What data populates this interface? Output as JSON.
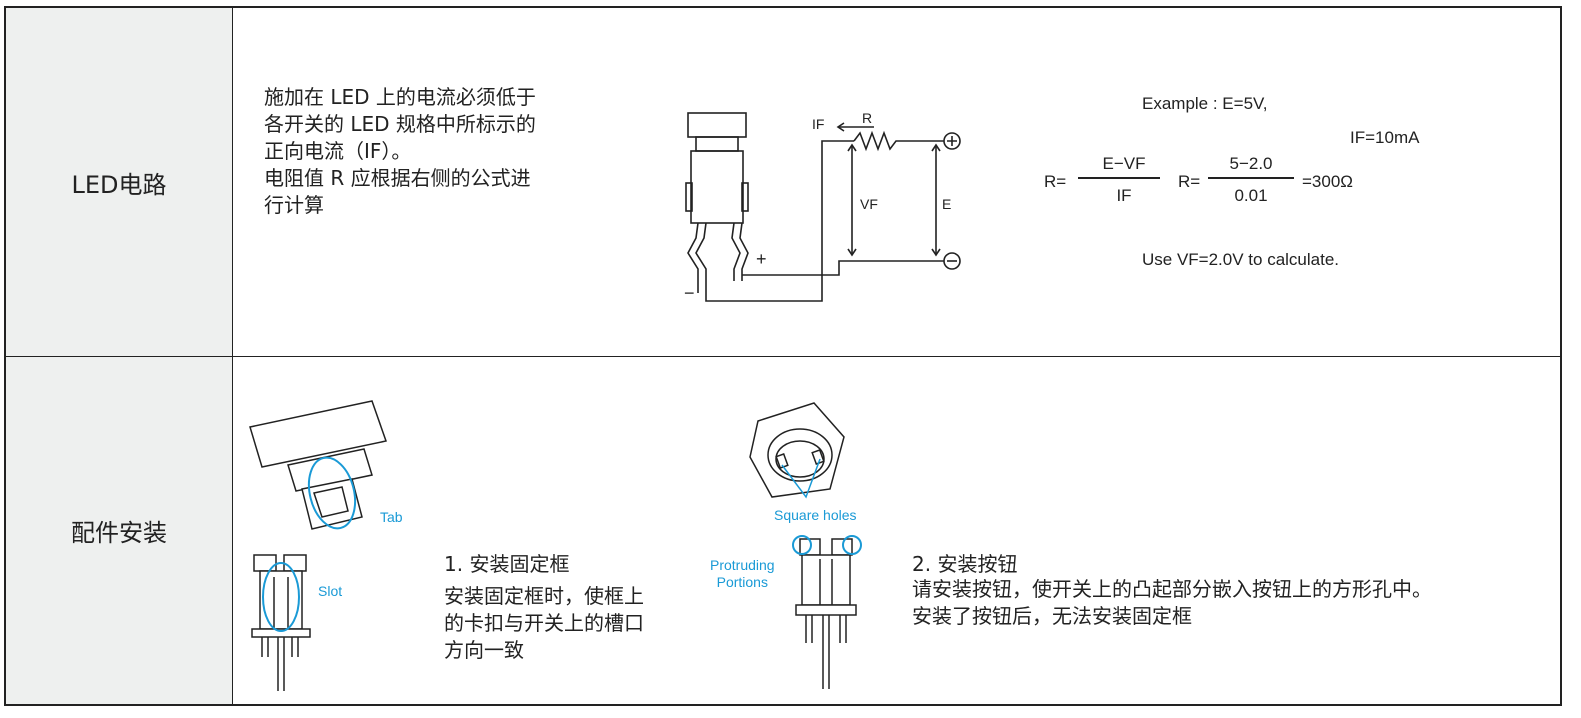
{
  "rows": [
    {
      "header": "LED电路",
      "description": [
        "施加在 LED 上的电流必须低于",
        "各开关的 LED 规格中所标示的",
        "正向电流（IF）。",
        "电阻值 R 应根据右侧的公式进",
        "行计算"
      ],
      "circuit": {
        "if_label": "IF",
        "r_label": "R",
        "vf_label": "VF",
        "e_label": "E",
        "plus": "+",
        "minus": "−"
      },
      "formula": {
        "example": "Example : E=5V,",
        "if_value": "IF=10mA",
        "r_eq": "R=",
        "numerator": "E−VF",
        "denominator": "IF",
        "r_eq2": "R=",
        "numerator2": "5−2.0",
        "denominator2": "0.01",
        "result": "=300Ω",
        "note": "Use VF=2.0V to calculate."
      }
    },
    {
      "header": "配件安装",
      "labels": {
        "tab": "Tab",
        "slot": "Slot",
        "square_holes": "Square holes",
        "protruding": [
          "Protruding",
          "Portions"
        ]
      },
      "step1": {
        "title": "1. 安装固定框",
        "body": [
          "安装固定框时，使框上",
          "的卡扣与开关上的槽口",
          "方向一致"
        ]
      },
      "step2": {
        "title": "2. 安装按钮",
        "body": [
          "请安装按钮，使开关上的凸起部分嵌入按钮上的方形孔中。",
          "安装了按钮后，无法安装固定框"
        ]
      }
    }
  ],
  "colors": {
    "accent_blue": "#1a9ad6",
    "header_bg": "#eef0ef",
    "line": "#222222"
  }
}
